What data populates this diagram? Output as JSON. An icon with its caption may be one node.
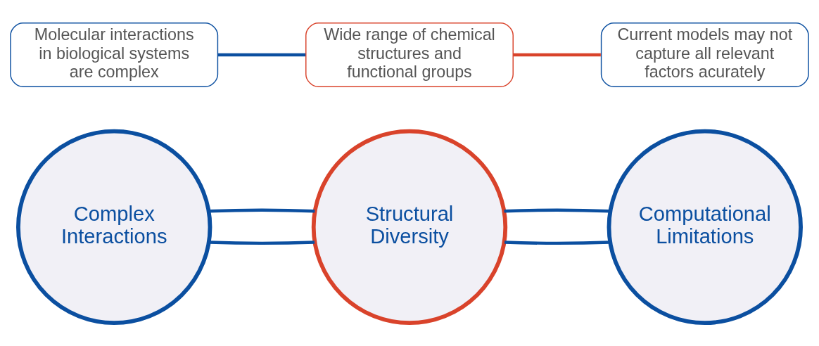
{
  "diagram": {
    "nodes": [
      {
        "text": [
          "Complex Interactions"
        ]
      },
      {
        "text": [
          "Structural Diversity"
        ]
      },
      {
        "text": [
          "Computational Limitations"
        ]
      },
      {
        "text": [
          "Molecular interactions in biological systems are complex"
        ]
      },
      {
        "text": [
          "Wide range of chemical structures and functional groups"
        ]
      },
      {
        "text": [
          "Current models may not capture all relevant factors acurately"
        ]
      }
    ],
    "edges": [
      {
        "from": 0,
        "to": 1,
        "arrow": "none"
      },
      {
        "from": 0,
        "to": 1,
        "arrow": "none"
      },
      {
        "from": 1,
        "to": 2,
        "arrow": "none"
      },
      {
        "from": 1,
        "to": 2,
        "arrow": "none"
      },
      {
        "from": 3,
        "to": 4,
        "arrow": "none"
      },
      {
        "from": 4,
        "to": 5,
        "arrow": "none",
        "color": "#d9432b"
      }
    ]
  }
}
